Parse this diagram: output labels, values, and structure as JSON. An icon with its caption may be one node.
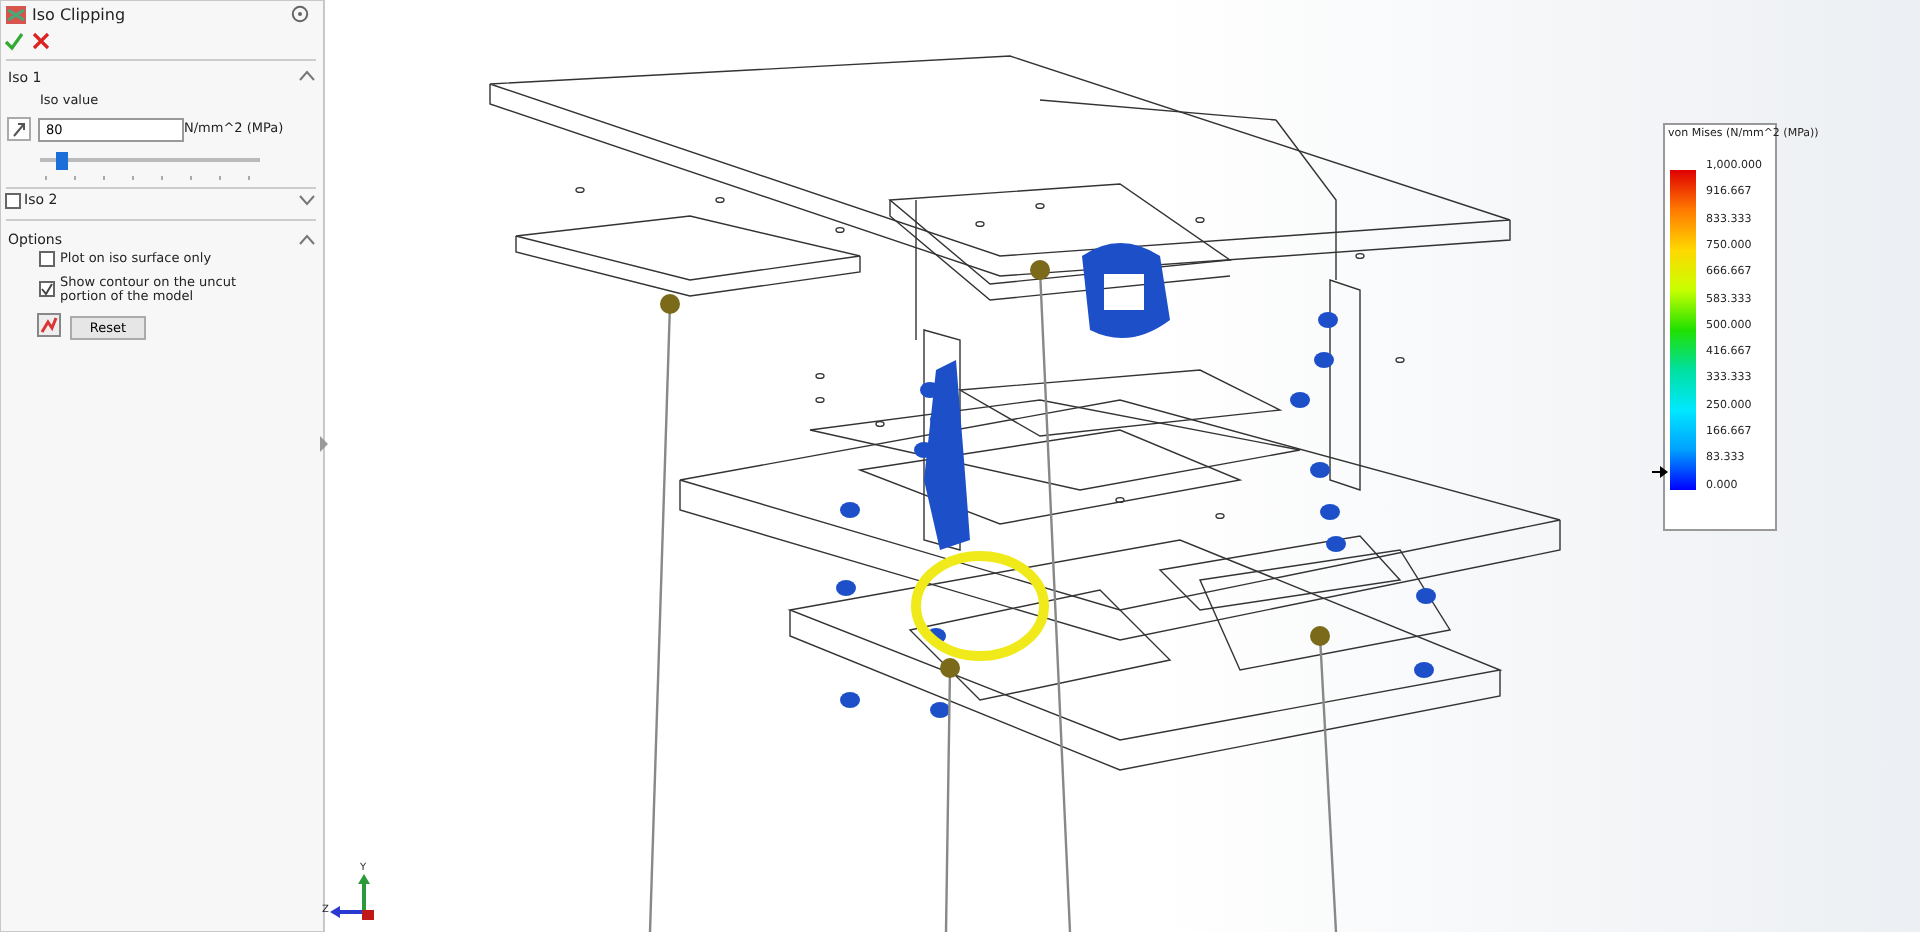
{
  "diagram": {
    "labels": [
      "Iso Clipping",
      "Iso 1",
      "Iso value",
      "80",
      "N/mm^2 (MPa)",
      "Iso 2",
      "Options",
      "Plot on iso surface only",
      "Show contour on the uncut portion of the model",
      "Reset",
      "von Mises (N/mm^2 (MPa))",
      "1,000.000",
      "916.667",
      "833.333",
      "750.000",
      "666.667",
      "583.333",
      "500.000",
      "416.667",
      "333.333",
      "250.000",
      "166.667",
      "83.333",
      "0.000",
      "Y",
      "Z"
    ]
  }
}
